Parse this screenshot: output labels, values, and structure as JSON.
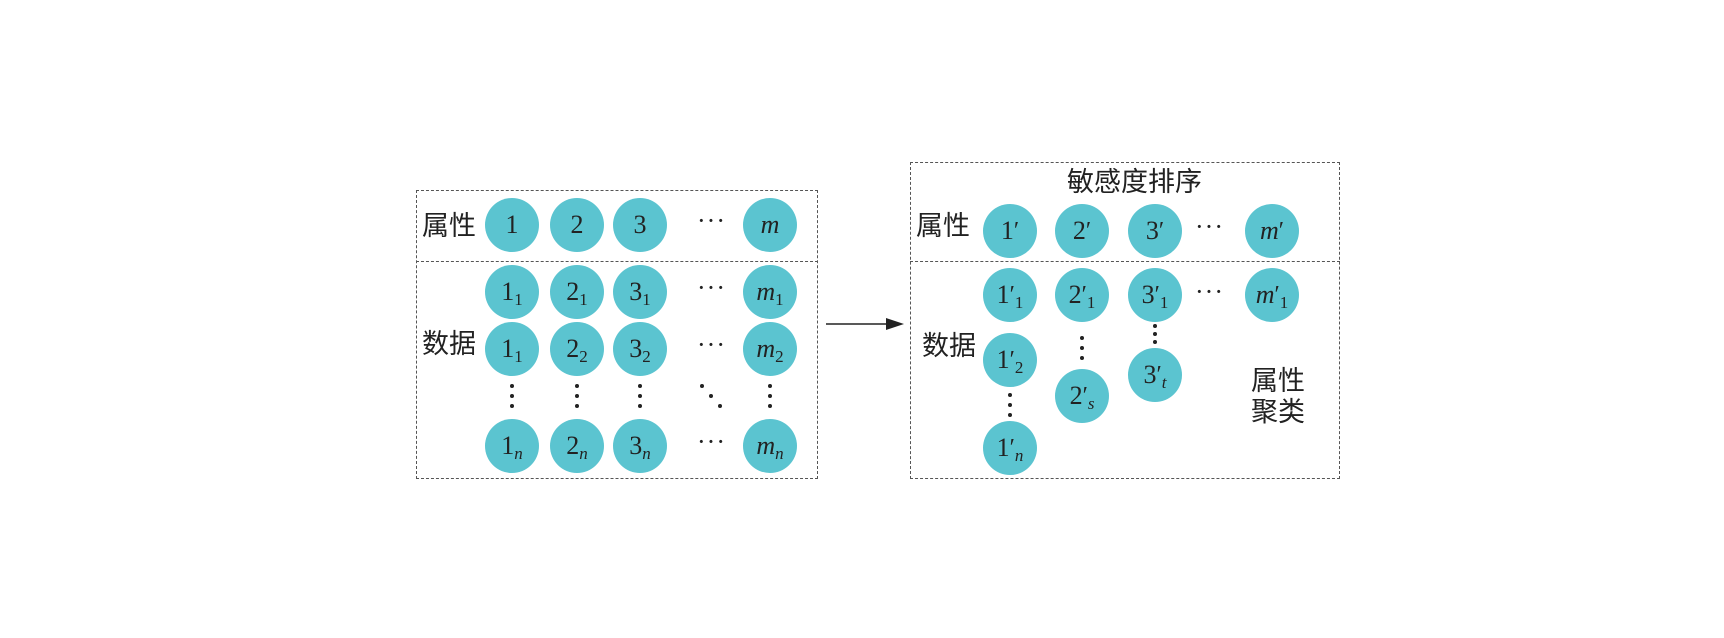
{
  "left_panel": {
    "attr_label": "属性",
    "data_label": "数据",
    "header_nodes": [
      {
        "main": "1",
        "italic": false
      },
      {
        "main": "2",
        "italic": false
      },
      {
        "main": "3",
        "italic": false
      },
      {
        "main": "m",
        "italic": true
      }
    ],
    "header_ellipsis": "···",
    "data_rows": [
      {
        "cells": [
          {
            "main": "1",
            "sub": "1"
          },
          {
            "main": "2",
            "sub": "1"
          },
          {
            "main": "3",
            "sub": "1"
          },
          {
            "main": "m",
            "sub": "1",
            "italic": true
          }
        ]
      },
      {
        "cells": [
          {
            "main": "1",
            "sub": "1"
          },
          {
            "main": "2",
            "sub": "2"
          },
          {
            "main": "3",
            "sub": "2"
          },
          {
            "main": "m",
            "sub": "2",
            "italic": true
          }
        ]
      },
      {
        "cells": [
          {
            "main": "1",
            "sub": "n",
            "sub_italic": true
          },
          {
            "main": "2",
            "sub": "n",
            "sub_italic": true
          },
          {
            "main": "3",
            "sub": "n",
            "sub_italic": true
          },
          {
            "main": "m",
            "sub": "n",
            "italic": true,
            "sub_italic": true
          }
        ]
      }
    ],
    "row_ellipsis": "···"
  },
  "right_panel": {
    "title": "敏感度排序",
    "attr_label": "属性",
    "data_label": "数据",
    "cluster_label_line1": "属性",
    "cluster_label_line2": "聚类",
    "header_nodes": [
      {
        "main": "1",
        "prime": "′"
      },
      {
        "main": "2",
        "prime": "′"
      },
      {
        "main": "3",
        "prime": "′"
      },
      {
        "main": "m",
        "prime": "′",
        "italic": true
      }
    ],
    "header_ellipsis": "···",
    "columns": [
      {
        "cells": [
          {
            "main": "1",
            "prime": "′",
            "sub": "1"
          },
          {
            "main": "1",
            "prime": "′",
            "sub": "2"
          },
          {
            "main": "1",
            "prime": "′",
            "sub": "n",
            "sub_italic": true
          }
        ]
      },
      {
        "cells": [
          {
            "main": "2",
            "prime": "′",
            "sub": "1"
          },
          {
            "main": "2",
            "prime": "′",
            "sub": "s",
            "sub_italic": true
          }
        ]
      },
      {
        "cells": [
          {
            "main": "3",
            "prime": "′",
            "sub": "1"
          },
          {
            "main": "3",
            "prime": "′",
            "sub": "t",
            "sub_italic": true
          }
        ]
      },
      {
        "cells": [
          {
            "main": "m",
            "prime": "′",
            "sub": "1",
            "italic": true
          }
        ]
      }
    ],
    "row_ellipsis": "···"
  },
  "colors": {
    "node_fill": "#5bc4d0",
    "border": "#555555",
    "text": "#222222"
  }
}
